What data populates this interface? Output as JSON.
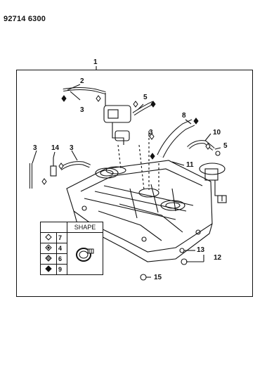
{
  "header": {
    "page_code": "92714 6300"
  },
  "callouts": {
    "c1": "1",
    "c2": "2",
    "c3a": "3",
    "c5a": "5",
    "c3b": "3",
    "c8": "8",
    "c10": "10",
    "c5b": "5",
    "c3c": "3",
    "c14": "14",
    "c3d": "3",
    "c11": "11",
    "c13": "13",
    "c12": "12",
    "c15": "15"
  },
  "legend": {
    "header": "SHAPE",
    "rows": [
      {
        "symbol": "diamond-outline-icon",
        "number": "7"
      },
      {
        "symbol": "diamond-filled-icon",
        "number": "4"
      },
      {
        "symbol": "diamond-dotted-icon",
        "number": "6"
      },
      {
        "symbol": "diamond-solid-icon",
        "number": "9"
      }
    ]
  }
}
